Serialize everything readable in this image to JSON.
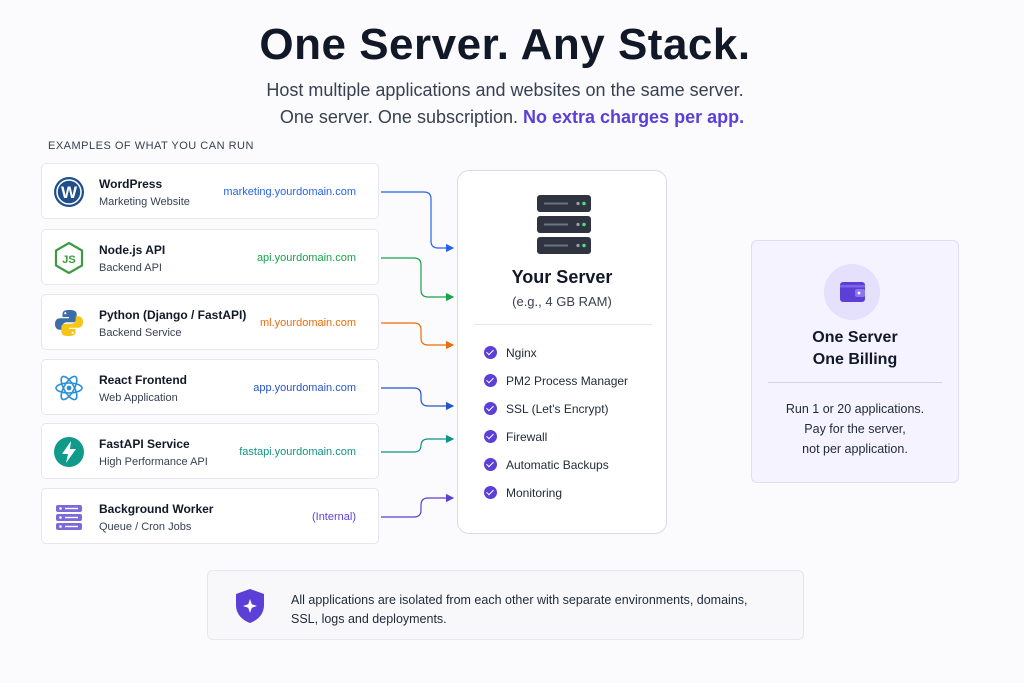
{
  "header": {
    "title": "One Server. Any Stack.",
    "subtitle_line1": "Host multiple applications and websites on the same server.",
    "subtitle_line2": "One server. One subscription.",
    "subtitle_highlight": "No extra charges per app."
  },
  "examples_label": "EXAMPLES OF WHAT YOU CAN RUN",
  "apps": [
    {
      "name": "WordPress",
      "desc": "Marketing Website",
      "domain": "marketing.yourdomain.com",
      "color": "#2563eb",
      "icon": "wordpress-icon"
    },
    {
      "name": "Node.js API",
      "desc": "Backend API",
      "domain": "api.yourdomain.com",
      "color": "#16a34a",
      "icon": "nodejs-icon"
    },
    {
      "name": "Python (Django / FastAPI)",
      "desc": "Backend Service",
      "domain": "ml.yourdomain.com",
      "color": "#ea6c0a",
      "icon": "python-icon"
    },
    {
      "name": "React Frontend",
      "desc": "Web Application",
      "domain": "app.yourdomain.com",
      "color": "#2554c7",
      "icon": "react-icon"
    },
    {
      "name": "FastAPI Service",
      "desc": "High Performance API",
      "domain": "fastapi.yourdomain.com",
      "color": "#0d9488",
      "icon": "fastapi-icon"
    },
    {
      "name": "Background Worker",
      "desc": "Queue / Cron Jobs",
      "domain": "(Internal)",
      "color": "#5b3fd6",
      "icon": "worker-icon"
    }
  ],
  "server": {
    "title": "Your Server",
    "subtitle": "(e.g., 4 GB RAM)",
    "features": [
      "Nginx",
      "PM2 Process Manager",
      "SSL (Let's Encrypt)",
      "Firewall",
      "Automatic Backups",
      "Monitoring"
    ]
  },
  "billing": {
    "title_line1": "One Server",
    "title_line2": "One Billing",
    "text_line1": "Run 1 or 20 applications.",
    "text_line2": "Pay for the server,",
    "text_line3": "not per application."
  },
  "note": {
    "text": "All applications are isolated from each other with separate environments, domains, SSL, logs and deployments."
  },
  "colors": {
    "accent": "#5b3fd6",
    "server_icon": "#2f3440",
    "led": "#4ade80"
  }
}
